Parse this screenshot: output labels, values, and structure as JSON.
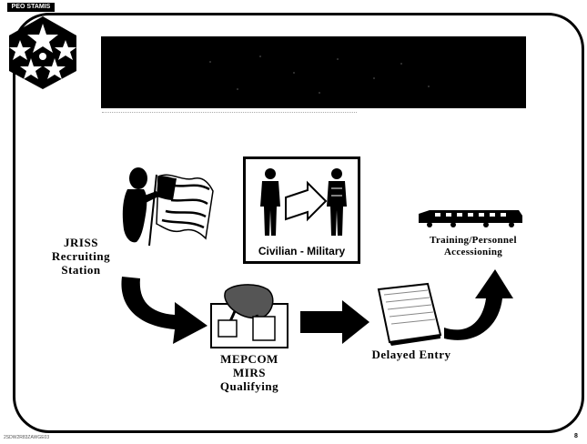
{
  "logo": {
    "tag": "PEO STAMIS",
    "icon": "five-stars-emblem-icon"
  },
  "slide": {
    "title": ""
  },
  "stages": {
    "recruiting": [
      "JRISS",
      "Recruiting",
      "Station"
    ],
    "qualifying": [
      "MEPCOM",
      "MIRS",
      "Qualifying"
    ],
    "delayed": "Delayed Entry",
    "training": [
      "Training/Personnel",
      "Accessioning"
    ]
  },
  "transition_box": {
    "caption": "Civilian - Military"
  },
  "footer": {
    "code": "2SDW2R83ZAWGE03",
    "page_number": "8"
  },
  "colors": {
    "frame": "#000000",
    "title_bar": "#000000",
    "background": "#ffffff"
  }
}
